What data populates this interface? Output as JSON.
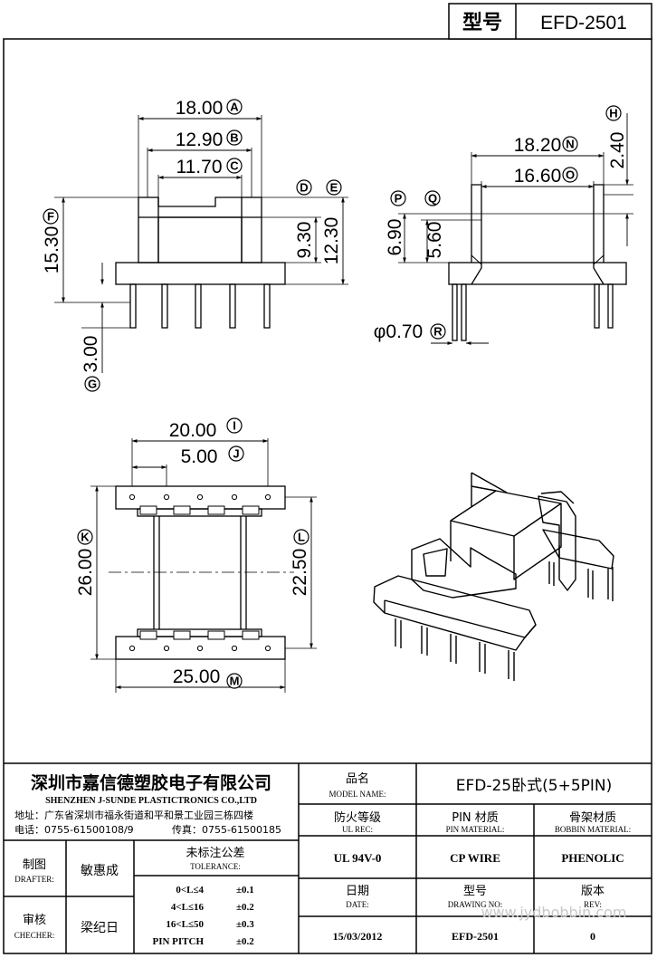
{
  "header": {
    "label": "型号",
    "value": "EFD-2501"
  },
  "dims": {
    "A": "18.00",
    "B": "12.90",
    "C": "11.70",
    "D": "9.30",
    "E": "12.30",
    "F": "15.30",
    "G": "3.00",
    "H": "2.40",
    "N": "18.20",
    "O": "16.60",
    "P": "6.90",
    "Q": "5.60",
    "R": "φ0.70",
    "I": "20.00",
    "J": "5.00",
    "K": "26.00",
    "L": "22.50",
    "M": "25.00"
  },
  "markers": [
    "A",
    "B",
    "C",
    "D",
    "E",
    "F",
    "G",
    "H",
    "N",
    "O",
    "P",
    "Q",
    "R",
    "I",
    "J",
    "K",
    "L",
    "M"
  ],
  "company": {
    "name_cn": "深圳市嘉信德塑胶电子有限公司",
    "name_en": "SHENZHEN J-SUNDE PLASTICTRONICS CO.,LTD",
    "address": "地址：广东省深圳市福永街道和平和景工业园三栋四楼",
    "tel": "电话：0755-61500108/9",
    "fax": "传真：0755-61500185"
  },
  "model": {
    "label_cn": "品名",
    "label_en": "MODEL NAME:",
    "value": "EFD-25卧式(5+5PIN)"
  },
  "ul": {
    "label_cn": "防火等级",
    "label_en": "UL REC:",
    "value": "UL 94V-0"
  },
  "pin_material": {
    "label_cn": "PIN 材质",
    "label_en": "PIN MATERIAL:",
    "value": "CP WIRE"
  },
  "bobbin_material": {
    "label_cn": "骨架材质",
    "label_en": "BOBBIN MATERIAL:",
    "value": "PHENOLIC"
  },
  "drafter": {
    "label_cn": "制图",
    "label_en": "DRAFTER:",
    "value": "敏惠成"
  },
  "checker": {
    "label_cn": "审核",
    "label_en": "CHECHER:",
    "value": "梁纪日"
  },
  "tolerance": {
    "label_cn": "未标注公差",
    "label_en": "TOLERANCE:",
    "rows": [
      {
        "range": "0<L≤4",
        "value": "±0.1"
      },
      {
        "range": "4<L≤16",
        "value": "±0.2"
      },
      {
        "range": "16<L≤50",
        "value": "±0.3"
      },
      {
        "range": "PIN PITCH",
        "value": "±0.2"
      }
    ]
  },
  "date": {
    "label_cn": "日期",
    "label_en": "DATE:",
    "value": "15/03/2012"
  },
  "drawing_no": {
    "label_cn": "型号",
    "label_en": "DRAWING NO:",
    "value": "EFD-2501"
  },
  "rev": {
    "label_cn": "版本",
    "label_en": "REV:",
    "value": "0"
  },
  "watermark": "www.jydbobbin.com"
}
